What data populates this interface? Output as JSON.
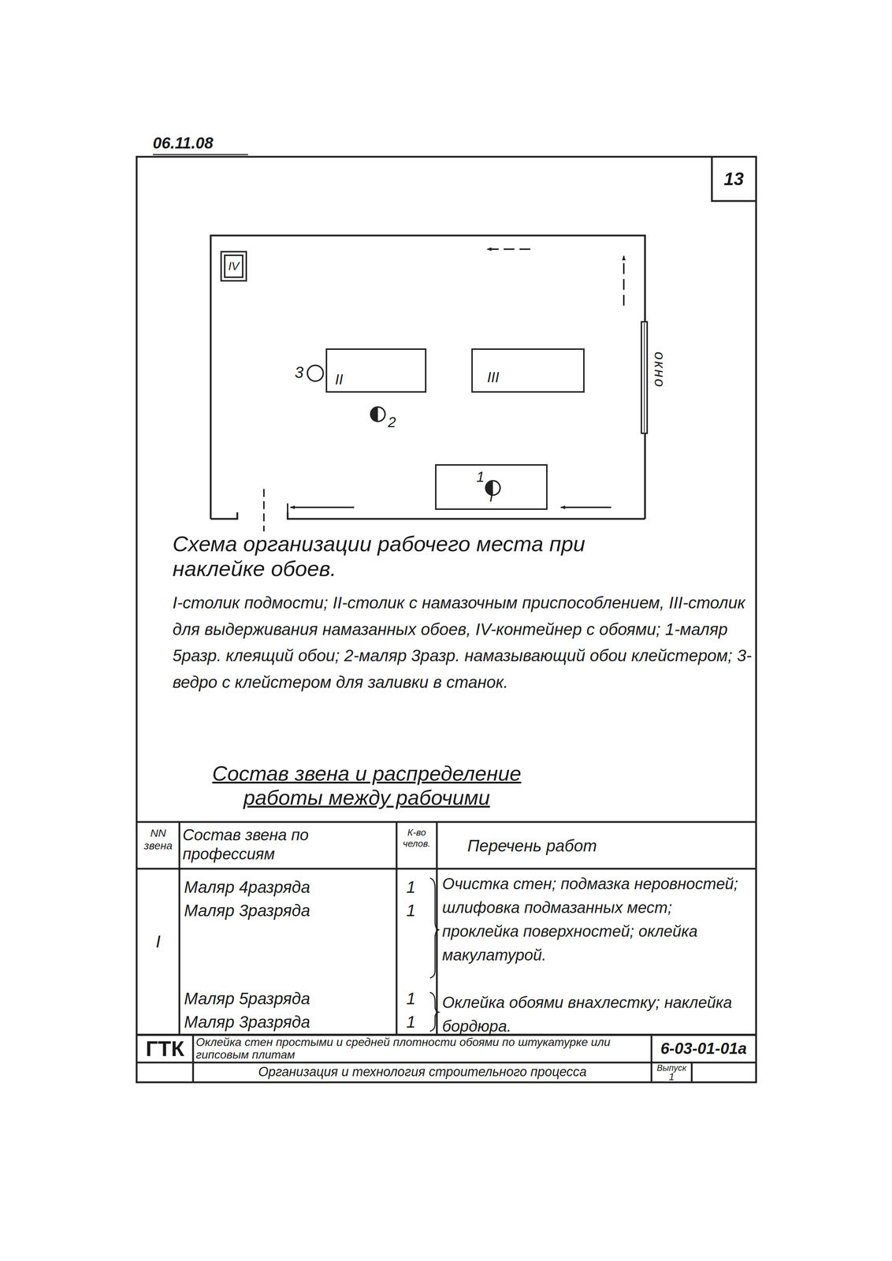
{
  "diagram": {
    "caption": "Схема организации рабочего места при наклейке обоев.",
    "nodes": [
      {
        "text": [
          "IV"
        ]
      },
      {
        "text": [
          "II"
        ]
      },
      {
        "text": [
          "III"
        ]
      },
      {
        "text": [
          "I"
        ]
      }
    ],
    "labels": [
      "06.11.08",
      "13",
      "3",
      "2",
      "1",
      "окно",
      "I-столик подмости; II-столик с намазочным приспособлением, III-столик для выдерживания намазанных обоев, IV-контейнер с обоями; 1-маляр 5разр. клеящий обои; 2-маляр 3разр. намазывающий обои клейстером; 3-ведро с клейстером для заливки в станок.",
      "Состав звена и распределение работы между рабочими",
      "NN звена",
      "Состав звена по профессиям",
      "К-во челов.",
      "Перечень работ",
      "I",
      "Маляр 4разряда",
      "1",
      "Маляр 3разряда",
      "1",
      "Очистка стен; подмазка неровностей; шлифовка подмазанных мест; проклейка поверхностей; оклейка макулатурой.",
      "Маляр 5разряда",
      "1",
      "Маляр 3разряда",
      "1",
      "Оклейка обоями внахлестку; наклейка бордюра.",
      "ГТК",
      "Оклейка стен простыми и средней плотности обоями по штукатурке или гипсовым плитам",
      "6-03-01-01а",
      "Организация и технология строительного процесса",
      "Выпуск",
      "1"
    ]
  }
}
